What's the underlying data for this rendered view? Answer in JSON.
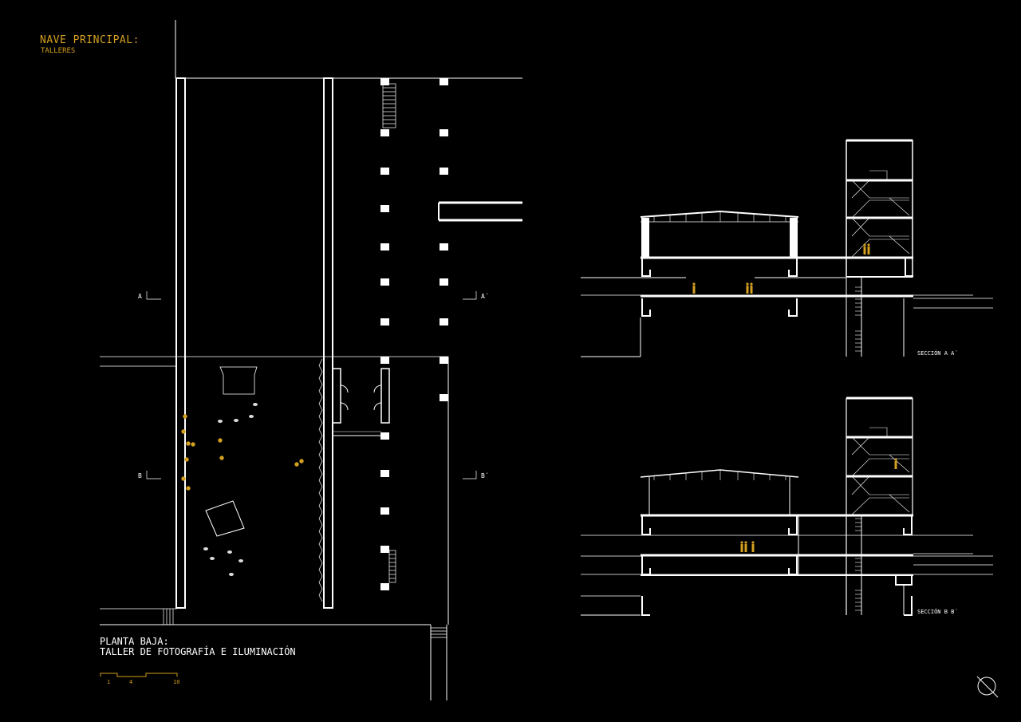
{
  "title": {
    "main": "NAVE PRINCIPAL:",
    "sub": "TALLERES"
  },
  "plan_caption": {
    "line1": "PLANTA BAJA:",
    "line2": "TALLER DE FOTOGRAFÍA E ILUMINACIÓN"
  },
  "section_marks": {
    "a_left": "A",
    "a_right": "A´",
    "b_left": "B",
    "b_right": "B´"
  },
  "section_titles": {
    "aa": "SECCIÓN A A´",
    "bb": "SECCIÓN B B´"
  },
  "scale_bar": {
    "ticks": [
      "1",
      "4",
      "10"
    ]
  },
  "north_arrow": {
    "icon": "north-arrow-icon"
  },
  "colors": {
    "background": "#000000",
    "line": "#ffffff",
    "accent": "#d4a020"
  }
}
